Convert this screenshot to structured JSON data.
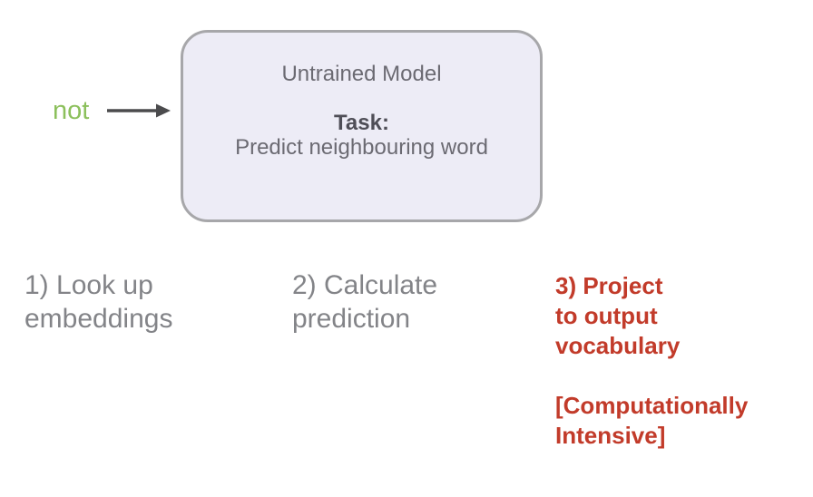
{
  "colors": {
    "background": "#ffffff",
    "input_word_green": "#8cc05c",
    "arrow_gray": "#4b4b4d",
    "box_fill": "#edecf6",
    "box_border": "#a7a7aa",
    "box_text": "#6b6a72",
    "box_text_dark": "#4f4e57",
    "step_text_gray": "#838488",
    "emphasis_red": "#c23b2a"
  },
  "input_word": "not",
  "model_box": {
    "title": "Untrained Model",
    "task_label": "Task:",
    "task_description": "Predict neighbouring word"
  },
  "steps": [
    {
      "emphasis": false,
      "lines": [
        "1) Look up",
        "embeddings"
      ]
    },
    {
      "emphasis": false,
      "lines": [
        "2) Calculate",
        "prediction"
      ]
    },
    {
      "emphasis": true,
      "lines": [
        "3) Project",
        "to output",
        "vocabulary"
      ],
      "note_lines": [
        "[Computationally",
        "Intensive]"
      ]
    }
  ],
  "icons": {
    "arrow_right": "arrow-right-icon"
  }
}
